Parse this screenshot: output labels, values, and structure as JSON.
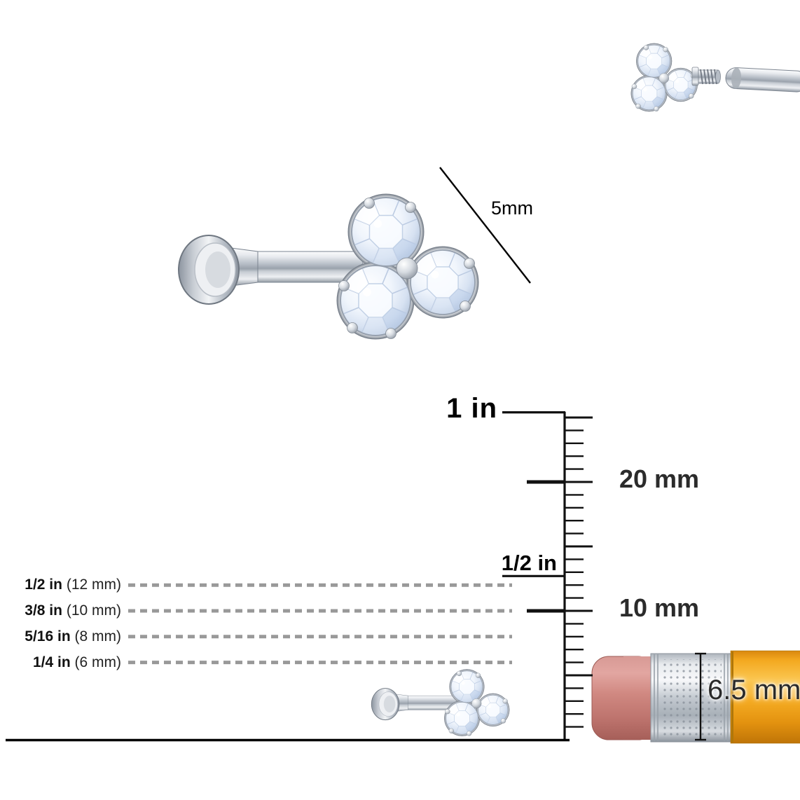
{
  "annotations": {
    "gem_size_label": "5mm",
    "gauge_label": "6.5 mm"
  },
  "ruler_labels": {
    "one_inch": "1 in",
    "twenty_mm": "20 mm",
    "half_inch": "1/2 in",
    "ten_mm": "10 mm"
  },
  "size_rows": [
    {
      "fraction": "1/2 in",
      "metric": "(12 mm)",
      "mm": 12
    },
    {
      "fraction": "3/8 in",
      "metric": "(10 mm)",
      "mm": 10
    },
    {
      "fraction": "5/16 in",
      "metric": "(8 mm)",
      "mm": 8
    },
    {
      "fraction": "1/4 in",
      "metric": "(6 mm)",
      "mm": 6
    }
  ],
  "ruler": {
    "major_marks_mm": [
      10,
      20
    ],
    "inch_marks_mm": [
      12.7,
      25.4
    ]
  },
  "colors": {
    "metal_silver": "#c9ced5",
    "gem_tint": "#d7e2f2",
    "dashed_line": "#999999",
    "eraser_pink": "#d08881",
    "ferrule_silver": "#c3c9d0",
    "pencil_orange": "#f6ad24",
    "ink_black": "#111111"
  }
}
